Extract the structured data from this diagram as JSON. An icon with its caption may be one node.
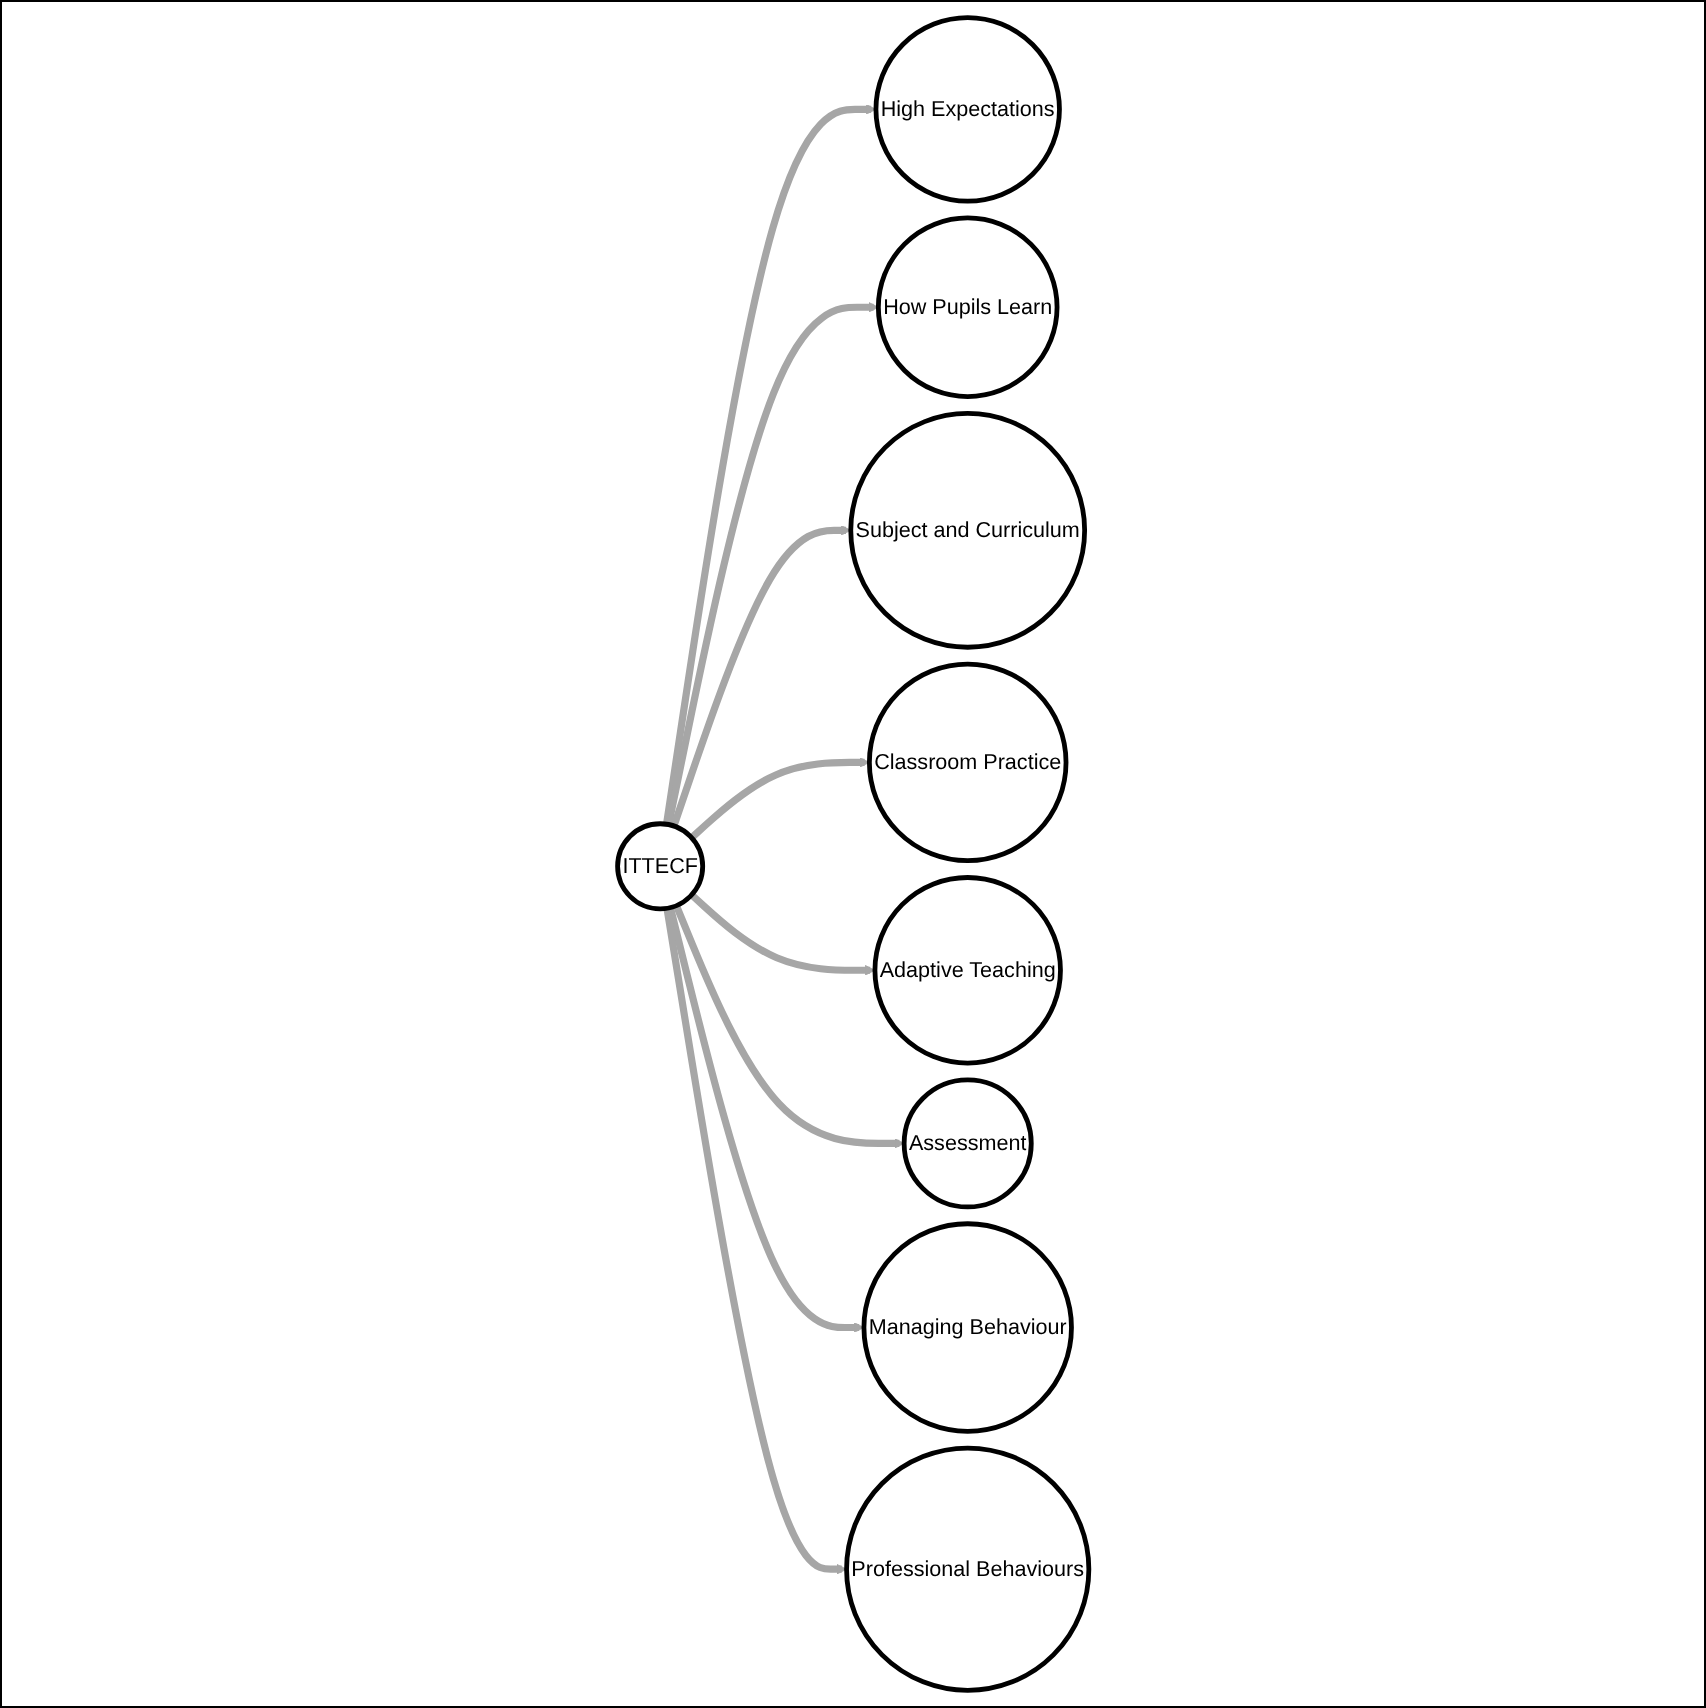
{
  "diagram": {
    "nodes": [
      {
        "text": [
          "ITTECF"
        ]
      },
      {
        "text": [
          "High Expectations"
        ]
      },
      {
        "text": [
          "How Pupils Learn"
        ]
      },
      {
        "text": [
          "Subject and Curriculum"
        ]
      },
      {
        "text": [
          "Classroom Practice"
        ]
      },
      {
        "text": [
          "Adaptive Teaching"
        ]
      },
      {
        "text": [
          "Assessment"
        ]
      },
      {
        "text": [
          "Managing Behaviour"
        ]
      },
      {
        "text": [
          "Professional Behaviours"
        ]
      }
    ],
    "edges": [
      {
        "from": 0,
        "to": 1,
        "arrow": "to"
      },
      {
        "from": 0,
        "to": 2,
        "arrow": "to"
      },
      {
        "from": 0,
        "to": 3,
        "arrow": "to"
      },
      {
        "from": 0,
        "to": 4,
        "arrow": "to"
      },
      {
        "from": 0,
        "to": 5,
        "arrow": "to"
      },
      {
        "from": 0,
        "to": 6,
        "arrow": "to"
      },
      {
        "from": 0,
        "to": 7,
        "arrow": "to"
      },
      {
        "from": 0,
        "to": 8,
        "arrow": "to"
      }
    ]
  }
}
